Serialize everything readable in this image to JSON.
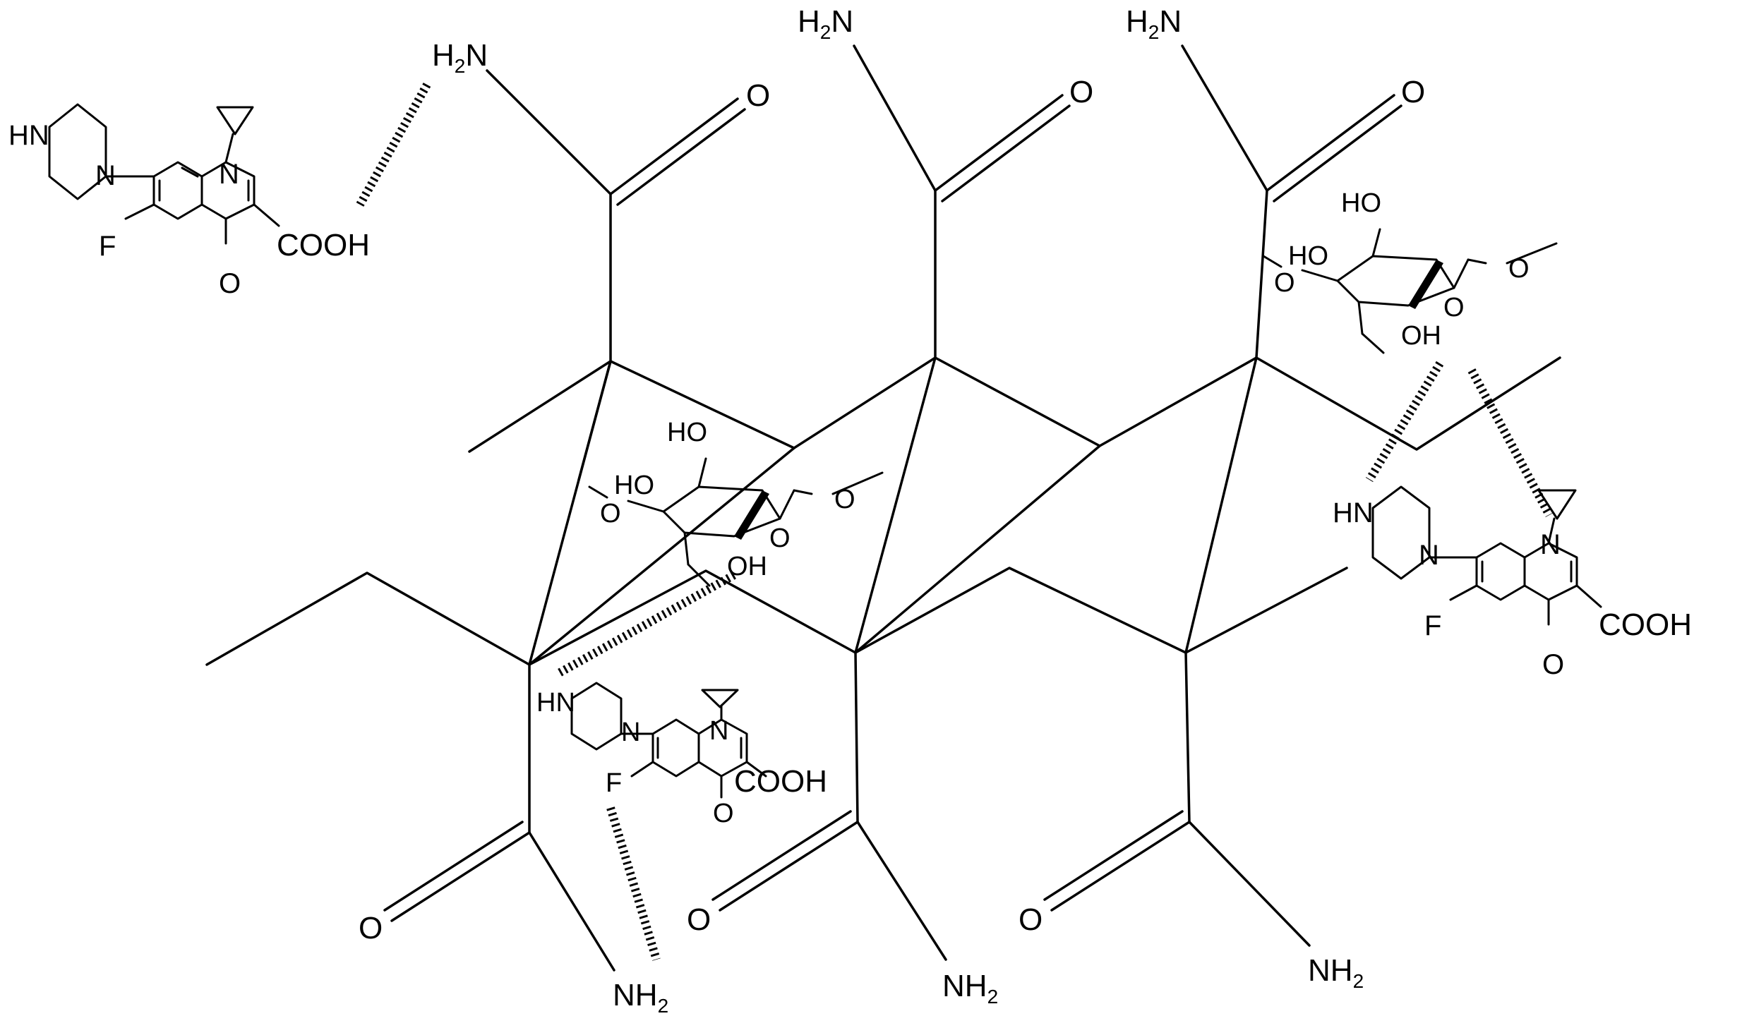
{
  "labels": {
    "h2n": "H",
    "h2n_sub": "2",
    "h2n_tail": "N",
    "nh2_head": "NH",
    "nh2_sub": "2",
    "o": "O",
    "n": "N",
    "hn": "HN",
    "f": "F",
    "cooh": "COOH",
    "ho": "HO",
    "oh": "OH"
  }
}
